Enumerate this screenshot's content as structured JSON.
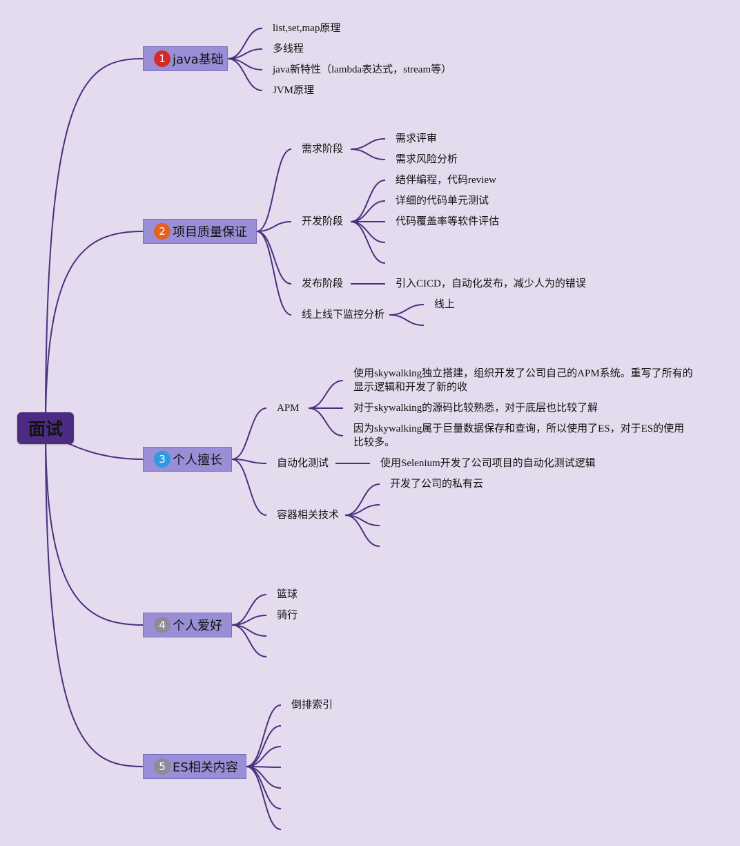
{
  "root": {
    "label": "面试"
  },
  "colors": {
    "background": "#e4dcee",
    "line": "#4a2f7f",
    "root_fill": "#4c2c82",
    "topic_fill": "#9a8fd7"
  },
  "topics": [
    {
      "number": "1",
      "number_color": "#d42a2a",
      "label": "java基础",
      "items": [
        "list,set,map原理",
        "多线程",
        "java新特性（lambda表达式，stream等）",
        "JVM原理"
      ]
    },
    {
      "number": "2",
      "number_color": "#e2621e",
      "label": "项目质量保证",
      "groups": [
        {
          "label": "需求阶段",
          "items": [
            "需求评审",
            "需求风险分析"
          ]
        },
        {
          "label": "开发阶段",
          "items": [
            "结伴编程，代码review",
            "详细的代码单元测试",
            "代码覆盖率等软件评估",
            "",
            ""
          ]
        },
        {
          "label": "发布阶段",
          "items": [
            "引入CICD，自动化发布，减少人为的错误"
          ]
        },
        {
          "label": "线上线下监控分析",
          "items": [
            "线上",
            ""
          ]
        }
      ]
    },
    {
      "number": "3",
      "number_color": "#2e9be0",
      "label": "个人擅长",
      "groups": [
        {
          "label": "APM",
          "items": [
            "使用skywalking独立搭建，组织开发了公司自己的APM系统。重写了所有的显示逻辑和开发了新的收",
            "对于skywalking的源码比较熟悉，对于底层也比较了解",
            "因为skywalking属于巨量数据保存和查询，所以使用了ES，对于ES的使用比较多。"
          ]
        },
        {
          "label": "自动化测试",
          "items": [
            "使用Selenium开发了公司项目的自动化测试逻辑"
          ]
        },
        {
          "label": "容器相关技术",
          "items": [
            "开发了公司的私有云",
            "",
            "",
            ""
          ]
        }
      ]
    },
    {
      "number": "4",
      "number_color": "#8e8a98",
      "label": "个人爱好",
      "items": [
        "篮球",
        "骑行",
        "",
        ""
      ]
    },
    {
      "number": "5",
      "number_color": "#8e8a98",
      "label": "ES相关内容",
      "items": [
        "倒排索引",
        "",
        "",
        "",
        "",
        "",
        ""
      ]
    }
  ]
}
